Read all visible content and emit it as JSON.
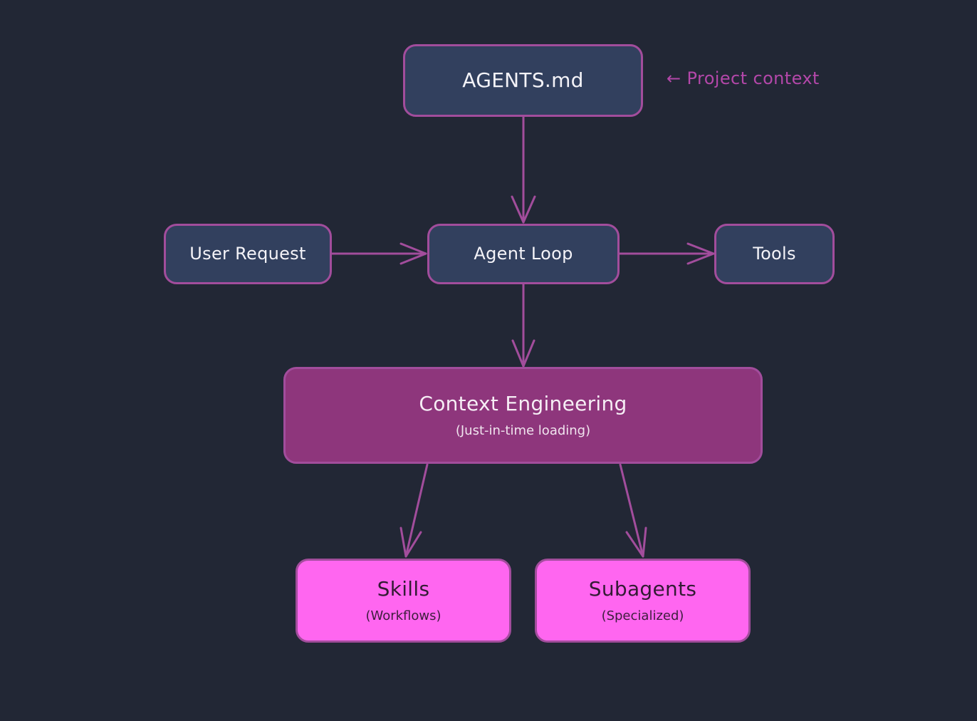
{
  "diagram": {
    "nodes": {
      "agents_md": {
        "label": "AGENTS.md"
      },
      "user_request": {
        "label": "User Request"
      },
      "agent_loop": {
        "label": "Agent Loop"
      },
      "tools": {
        "label": "Tools"
      },
      "context_engineering": {
        "label": "Context Engineering",
        "sublabel": "(Just-in-time loading)"
      },
      "skills": {
        "label": "Skills",
        "sublabel": "(Workflows)"
      },
      "subagents": {
        "label": "Subagents",
        "sublabel": "(Specialized)"
      }
    },
    "annotation": {
      "text": "← Project context"
    },
    "edges": [
      {
        "from": "agents_md",
        "to": "agent_loop"
      },
      {
        "from": "user_request",
        "to": "agent_loop"
      },
      {
        "from": "agent_loop",
        "to": "tools"
      },
      {
        "from": "agent_loop",
        "to": "context_engineering"
      },
      {
        "from": "context_engineering",
        "to": "skills"
      },
      {
        "from": "context_engineering",
        "to": "subagents"
      }
    ],
    "colors": {
      "background": "#222735",
      "stroke": "#a24d9c",
      "dark_node": "#32405e",
      "mid_node": "#8e367c",
      "bright_node": "#ff66f0",
      "annotation": "#b347a9"
    }
  }
}
